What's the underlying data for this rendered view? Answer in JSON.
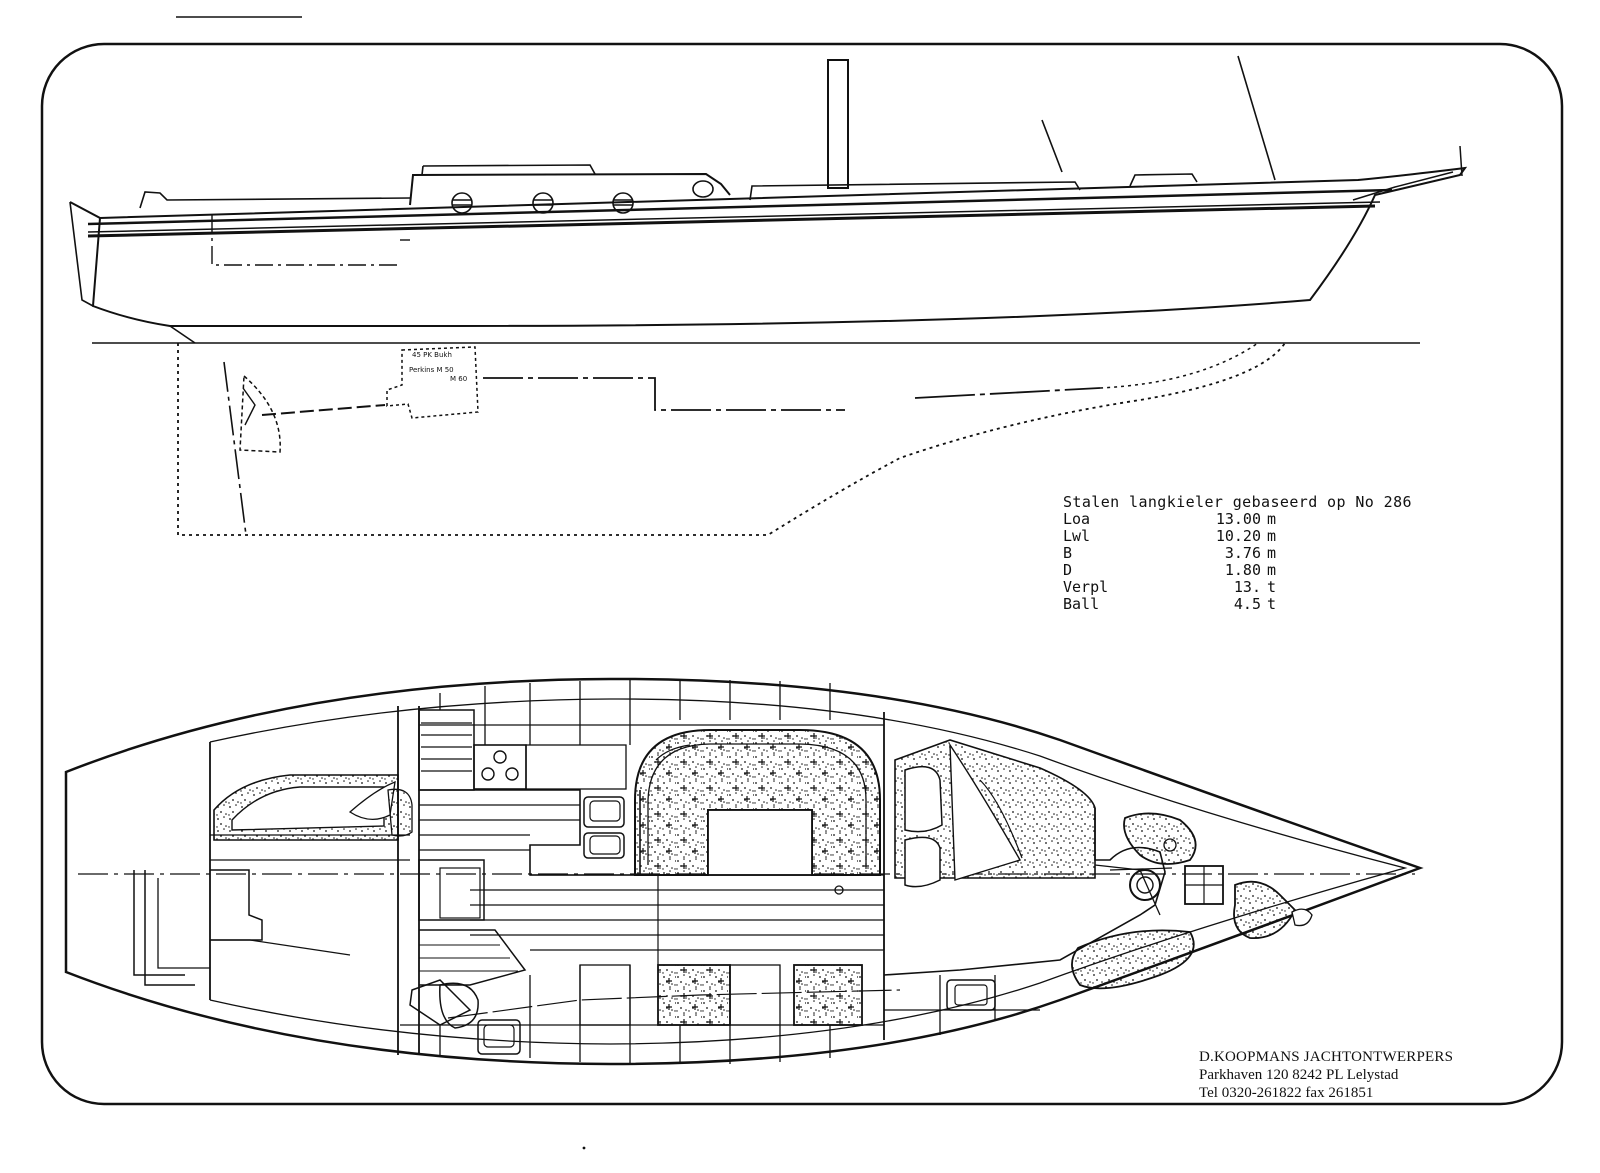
{
  "specs": {
    "title": "Stalen langkieler gebaseerd op No 286",
    "rows": [
      {
        "label": "Loa",
        "value": "13.00",
        "unit": "m"
      },
      {
        "label": "Lwl",
        "value": "10.20",
        "unit": "m"
      },
      {
        "label": "B",
        "value": "3.76",
        "unit": "m"
      },
      {
        "label": "D",
        "value": "1.80",
        "unit": "m"
      },
      {
        "label": "Verpl",
        "value": "13.",
        "unit": "t"
      },
      {
        "label": "Ball",
        "value": "4.5",
        "unit": "t"
      }
    ]
  },
  "engine_label": {
    "line1": "45 PK Bukh",
    "line2": "Perkins M 50",
    "line3": "M 60"
  },
  "designer": {
    "name": "D.KOOPMANS JACHTONTWERPERS",
    "address": "Parkhaven 120 8242 PL Lelystad",
    "contact": "Tel 0320-261822 fax 261851"
  },
  "colors": {
    "ink": "#111111",
    "paper": "#ffffff"
  }
}
